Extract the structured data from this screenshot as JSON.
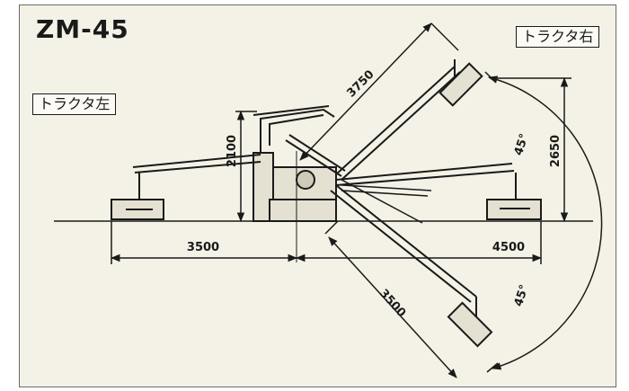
{
  "model": "ZM-45",
  "labels": {
    "tractor_left": "トラクタ左",
    "tractor_right": "トラクタ右"
  },
  "dimensions": {
    "height_2100": "2100",
    "height_2650": "2650",
    "reach_3750": "3750",
    "reach_3500_diag": "3500",
    "width_left_3500": "3500",
    "width_right_4500": "4500",
    "angle_upper": "45°",
    "angle_lower": "45°"
  },
  "colors": {
    "background": "#f4f2e6",
    "line": "#1a1a1a"
  }
}
